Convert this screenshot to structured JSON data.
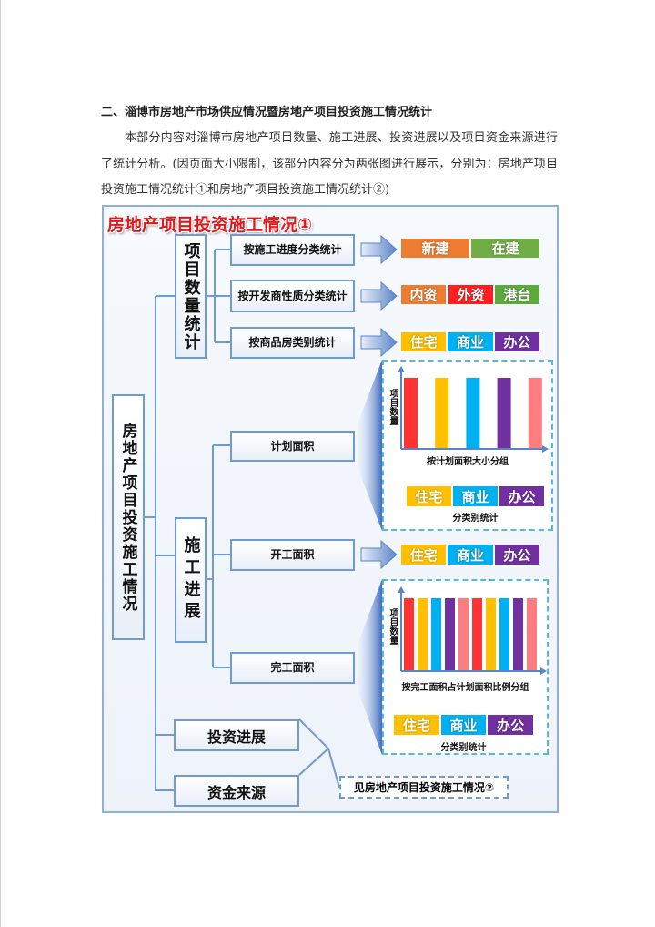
{
  "heading": "二、淄博市房地产市场供应情况暨房地产项目投资施工情况统计",
  "paragraph": "本部分内容对淄博市房地产项目数量、施工进展、投资进展以及项目资金来源进行了统计分析。(因页面大小限制，该部分内容分为两张图进行展示，分别为：房地产项目投资施工情况统计①和房地产项目投资施工情况统计②)",
  "diagram": {
    "title": "房地产项目投资施工情况①",
    "root": "房地产项目投资施工情况",
    "branch1": {
      "label": "项目数量统计",
      "items": [
        {
          "label": "按施工进度分类统计",
          "tags": [
            {
              "text": "新建",
              "color": "#ED7D31"
            },
            {
              "text": "在建",
              "color": "#70AD47"
            }
          ]
        },
        {
          "label": "按开发商性质分类统计",
          "tags": [
            {
              "text": "内资",
              "color": "#ED7D31"
            },
            {
              "text": "外资",
              "color": "#FF1F1F"
            },
            {
              "text": "港台",
              "color": "#5DAA3C"
            }
          ]
        },
        {
          "label": "按商品房类别统计",
          "tags": [
            {
              "text": "住宅",
              "color": "#FFC000"
            },
            {
              "text": "商业",
              "color": "#00B0F0"
            },
            {
              "text": "办公",
              "color": "#7030A0"
            }
          ]
        }
      ]
    },
    "branch2": {
      "label": "施工进展",
      "items": [
        {
          "label": "计划面积",
          "chart_ylabel": "项目数量",
          "chart_xlabel": "按计划面积大小分组",
          "bar_colors": [
            "#FF3333",
            "#FFC000",
            "#00B0F0",
            "#7030A0",
            "#FF7C80"
          ],
          "tags": [
            "住宅",
            "商业",
            "办公"
          ],
          "tags_caption": "分类别统计"
        },
        {
          "label": "开工面积",
          "tags": [
            "住宅",
            "商业",
            "办公"
          ]
        },
        {
          "label": "完工面积",
          "chart_ylabel": "项目数量",
          "chart_xlabel": "按完工面积占计划面积比例分组",
          "bar_colors": [
            "#FF3333",
            "#FFC000",
            "#00B0F0",
            "#7030A0",
            "#FF7C80",
            "#FF3333",
            "#FFC000",
            "#00B0F0",
            "#7030A0",
            "#FF7C80"
          ],
          "tags": [
            "住宅",
            "商业",
            "办公"
          ],
          "tags_caption": "分类别统计"
        }
      ]
    },
    "branch3": {
      "label": "投资进展"
    },
    "branch4": {
      "label": "资金来源"
    },
    "reference": "见房地产项目投资施工情况②",
    "category_colors": {
      "住宅": "#FFC000",
      "商业": "#00B0F0",
      "办公": "#7030A0"
    }
  }
}
